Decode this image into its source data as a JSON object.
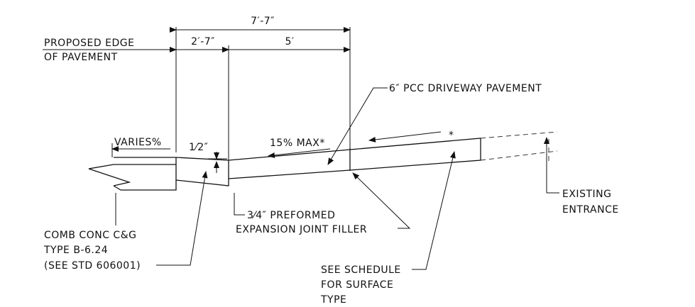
{
  "dimensions": {
    "total": "7′-7″",
    "left": "2′-7″",
    "right": "5′",
    "joint": "1⁄2″"
  },
  "labels": {
    "edge_line1": "PROPOSED EDGE",
    "edge_line2": "OF PAVEMENT",
    "pavement": "6″ PCC DRIVEWAY PAVEMENT",
    "varies": "VARIES%",
    "slope": "15% MAX*",
    "asterisk": "*",
    "existing_line1": "EXISTING",
    "existing_line2": "ENTRANCE",
    "joint_line1": "3⁄4″ PREFORMED",
    "joint_line2": "EXPANSION JOINT FILLER",
    "curb_line1": "COMB CONC C&G",
    "curb_line2": "TYPE B-6.24",
    "curb_line3": "(SEE STD 606001)",
    "schedule_line1": "SEE SCHEDULE",
    "schedule_line2": "FOR SURFACE",
    "schedule_line3": "TYPE"
  },
  "colors": {
    "ink": "#111111",
    "background": "#ffffff"
  }
}
